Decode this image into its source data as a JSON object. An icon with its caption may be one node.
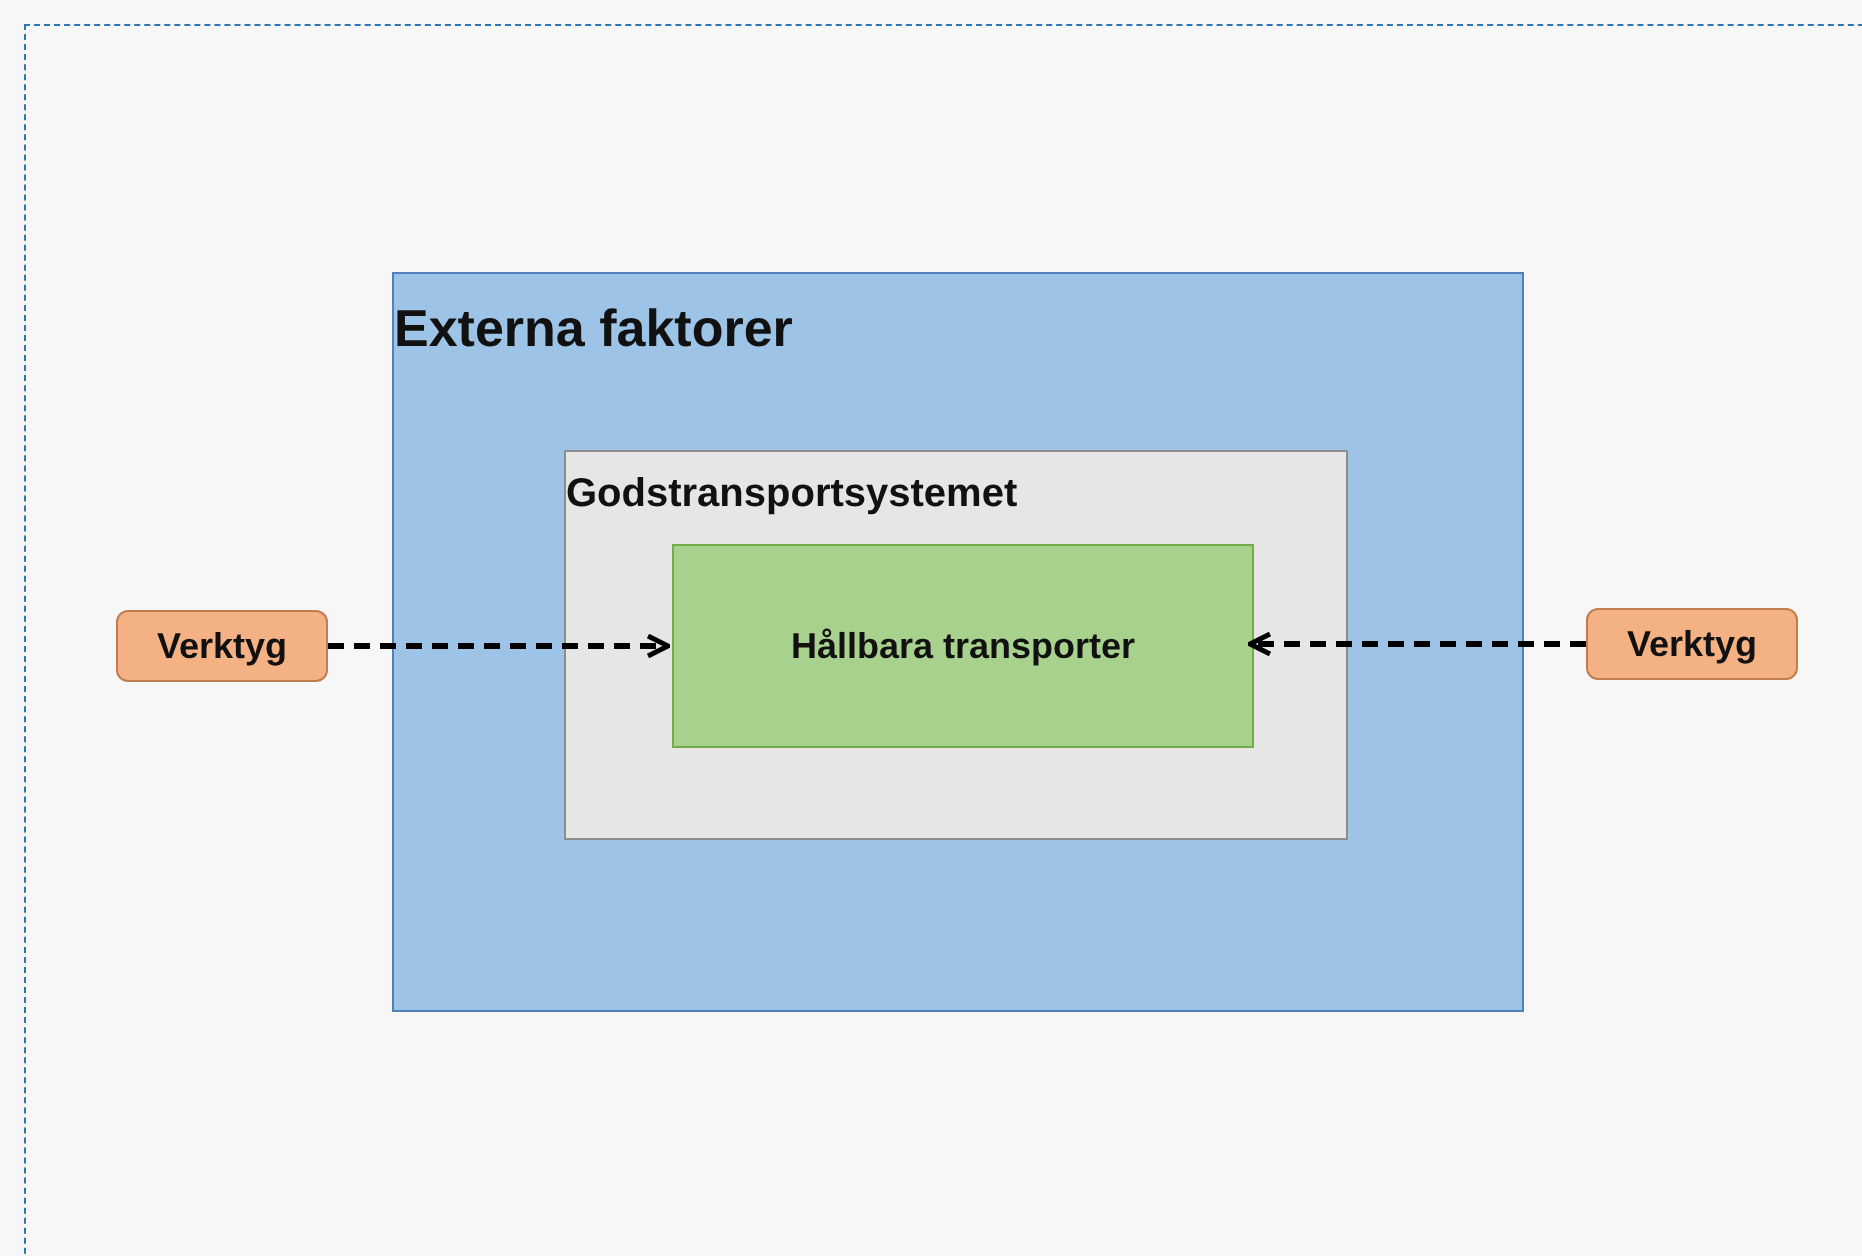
{
  "diagram": {
    "nodes": [
      {
        "text": [
          "Externa faktorer"
        ]
      },
      {
        "text": [
          "Godstransportsystemet"
        ],
        "in": 0
      },
      {
        "text": [
          "Hållbara transporter"
        ],
        "in": 1
      },
      {
        "text": [
          "Verktyg"
        ]
      },
      {
        "text": [
          "Verktyg"
        ]
      }
    ],
    "edges": [
      {
        "from": 3,
        "to": 2,
        "arrow": "to",
        "style": "dashed"
      },
      {
        "from": 4,
        "to": 2,
        "arrow": "to",
        "style": "dashed"
      }
    ]
  }
}
